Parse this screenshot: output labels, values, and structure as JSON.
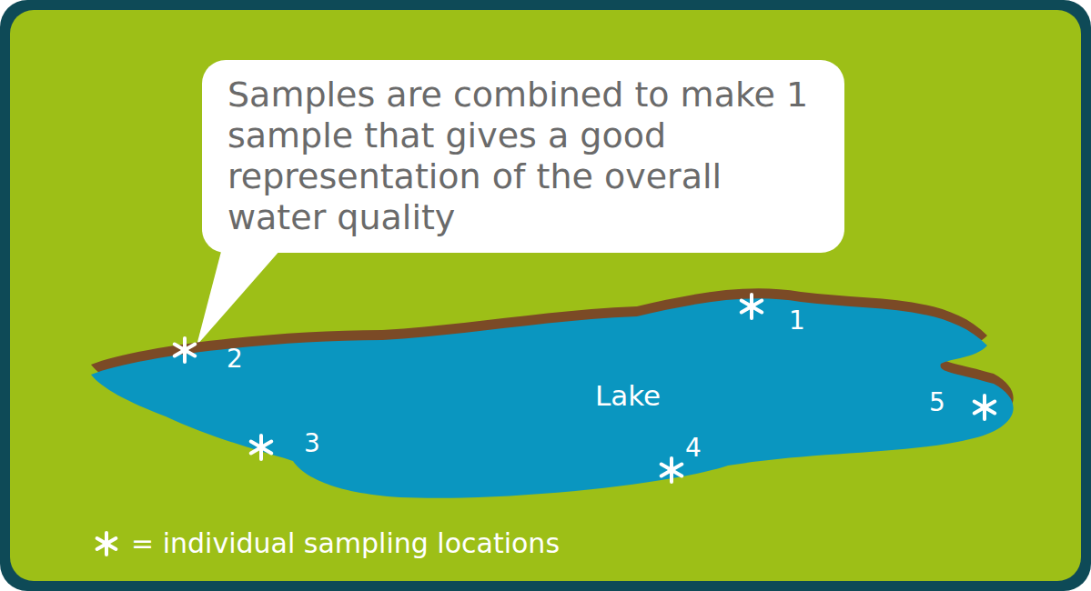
{
  "diagram": {
    "nodes": [
      {
        "text": [
          "Samples are combined to make 1 sample that gives a good representation of the overall water quality"
        ]
      },
      {
        "text": [
          "Lake"
        ]
      }
    ],
    "labels": [
      "1",
      "2",
      "3",
      "4",
      "5"
    ],
    "legend": [
      {
        "text": "= individual sampling locations"
      }
    ]
  }
}
